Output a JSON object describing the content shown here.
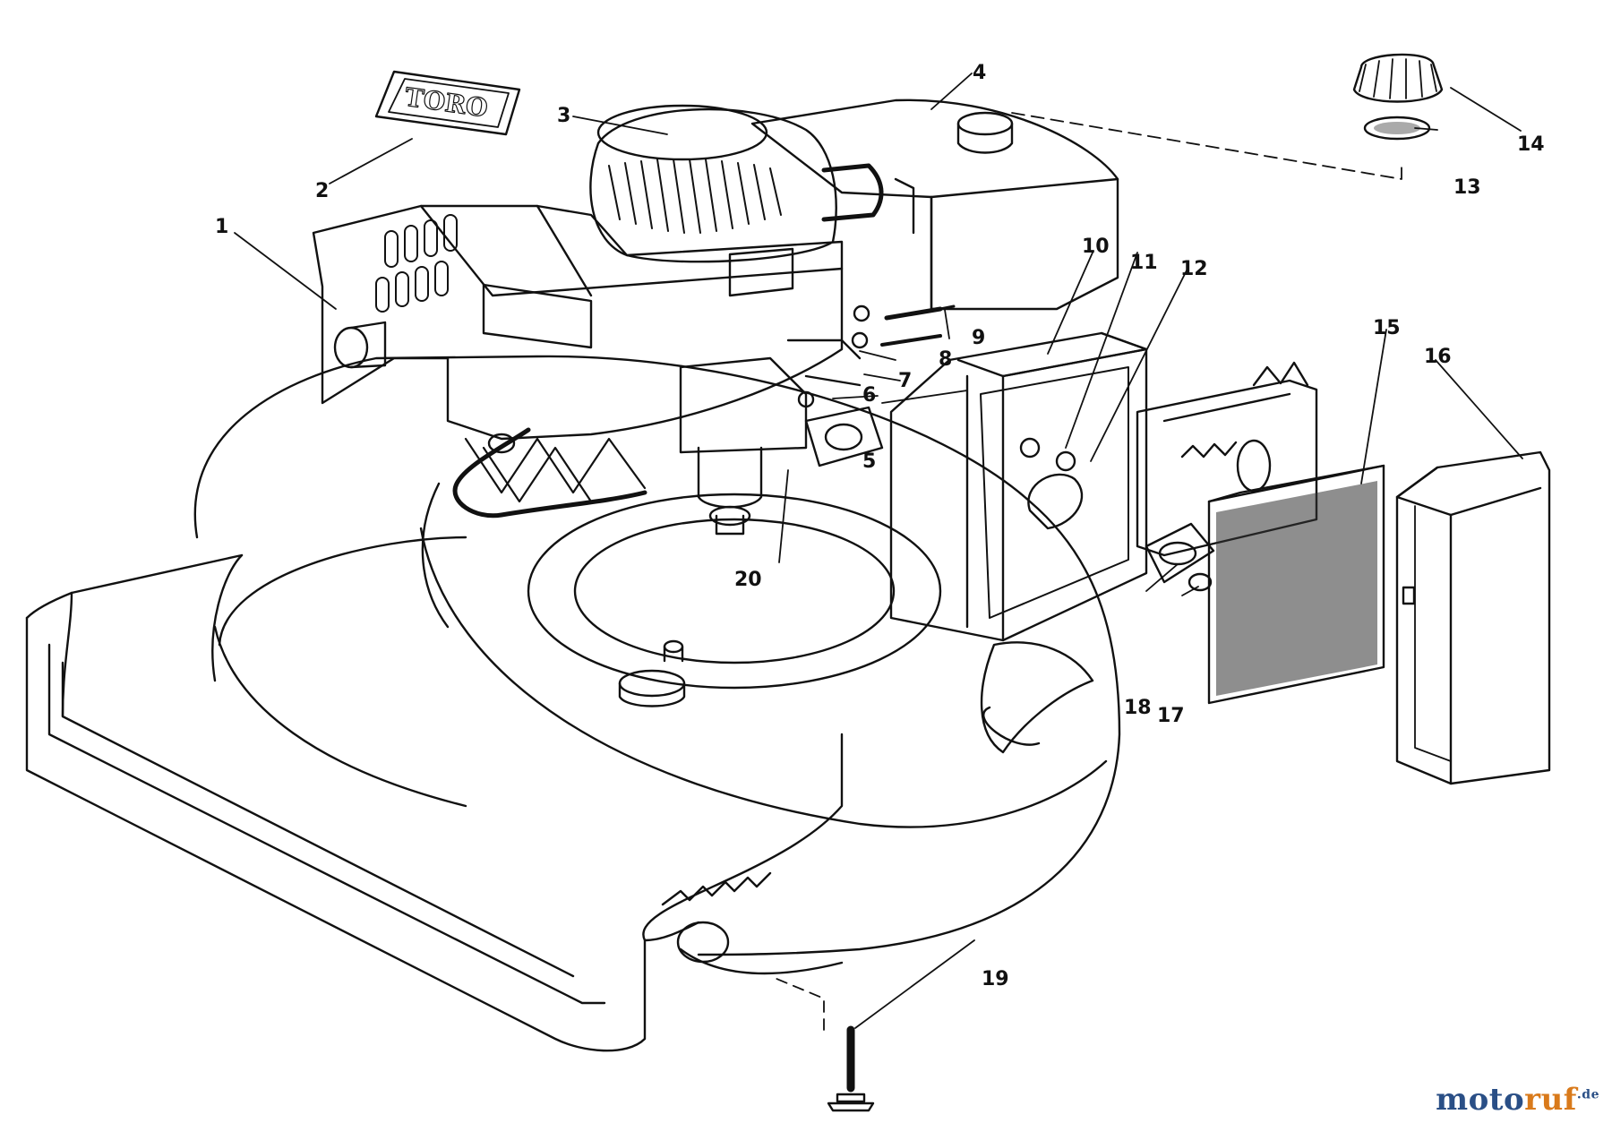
{
  "diagram": {
    "brand_plate_text": "TORO",
    "callouts": [
      {
        "id": "1",
        "label": "1"
      },
      {
        "id": "2",
        "label": "2"
      },
      {
        "id": "3",
        "label": "3"
      },
      {
        "id": "4",
        "label": "4"
      },
      {
        "id": "5",
        "label": "5"
      },
      {
        "id": "6",
        "label": "6"
      },
      {
        "id": "7",
        "label": "7"
      },
      {
        "id": "8",
        "label": "8"
      },
      {
        "id": "9",
        "label": "9"
      },
      {
        "id": "10",
        "label": "10"
      },
      {
        "id": "11",
        "label": "11"
      },
      {
        "id": "12",
        "label": "12"
      },
      {
        "id": "13",
        "label": "13"
      },
      {
        "id": "14",
        "label": "14"
      },
      {
        "id": "15",
        "label": "15"
      },
      {
        "id": "16",
        "label": "16"
      },
      {
        "id": "17",
        "label": "17"
      },
      {
        "id": "18",
        "label": "18"
      },
      {
        "id": "19",
        "label": "19"
      },
      {
        "id": "20",
        "label": "20"
      }
    ]
  },
  "watermark": {
    "part1": "moto",
    "part2": "ruf",
    "tld": ".de"
  },
  "colors": {
    "ink": "#111111",
    "background": "#ffffff",
    "watermark_blue": "#2a4f86",
    "watermark_orange": "#d97a1b"
  }
}
